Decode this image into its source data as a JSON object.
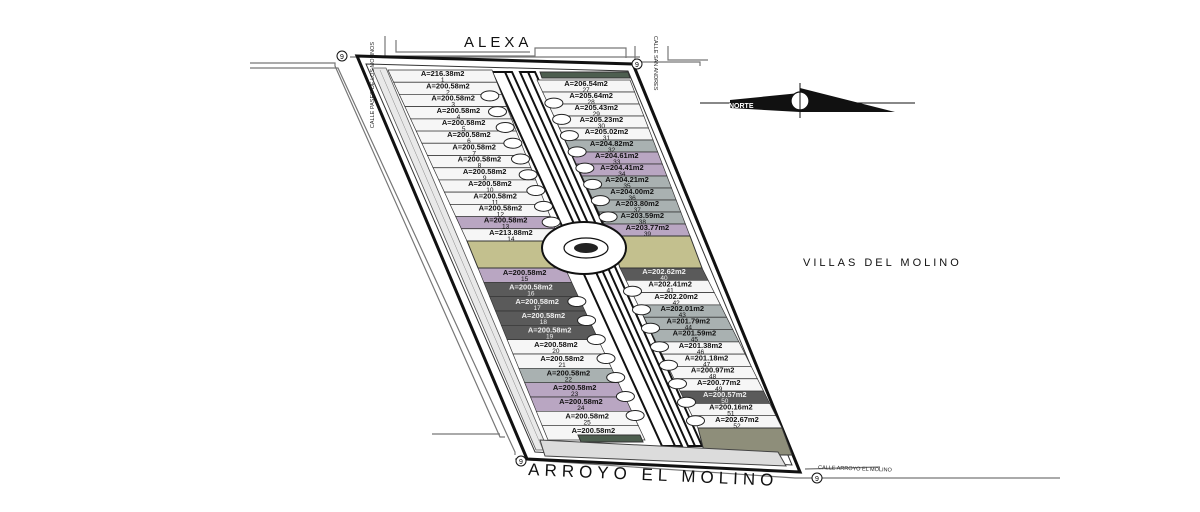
{
  "streets": {
    "top": "ALEXA",
    "bottom": "ARROYO EL MOLINO",
    "top_left_small": "CALLE PASEO DE LOS MOLINOS",
    "top_right_small": "CALLE SAN ANDRES",
    "bottom_right_small": "CALLE ARROYO EL MOLINO"
  },
  "north": {
    "label": "NORTE"
  },
  "neighborhood": "VILLAS DEL MOLINO",
  "colors": {
    "lot_white": "#f6f6f6",
    "lot_gray": "#a9b1b1",
    "lot_purple": "#b9a6c2",
    "lot_dark": "#5a5a5a",
    "lot_olive": "#c3c08e",
    "ink": "#111111"
  },
  "left_block": {
    "upper_lots": [
      {
        "area": "A=216.38m2",
        "num": "1",
        "color": "white"
      },
      {
        "area": "A=200.58m2",
        "num": "2",
        "color": "white"
      },
      {
        "area": "A=200.58m2",
        "num": "3",
        "color": "white"
      },
      {
        "area": "A=200.58m2",
        "num": "4",
        "color": "white"
      },
      {
        "area": "A=200.58m2",
        "num": "5",
        "color": "white"
      },
      {
        "area": "A=200.58m2",
        "num": "6",
        "color": "white"
      },
      {
        "area": "A=200.58m2",
        "num": "7",
        "color": "white"
      },
      {
        "area": "A=200.58m2",
        "num": "8",
        "color": "white"
      },
      {
        "area": "A=200.58m2",
        "num": "9",
        "color": "white"
      },
      {
        "area": "A=200.58m2",
        "num": "10",
        "color": "white"
      },
      {
        "area": "A=200.58m2",
        "num": "11",
        "color": "white"
      },
      {
        "area": "A=200.58m2",
        "num": "12",
        "color": "white"
      },
      {
        "area": "A=200.58m2",
        "num": "13",
        "color": "purple"
      },
      {
        "area": "A=213.88m2",
        "num": "14",
        "color": "white"
      }
    ],
    "lower_lots": [
      {
        "area": "A=200.58m2",
        "num": "15",
        "color": "purple"
      },
      {
        "area": "A=200.58m2",
        "num": "16",
        "color": "dark"
      },
      {
        "area": "A=200.58m2",
        "num": "17",
        "color": "dark"
      },
      {
        "area": "A=200.58m2",
        "num": "18",
        "color": "dark"
      },
      {
        "area": "A=200.58m2",
        "num": "19",
        "color": "dark"
      },
      {
        "area": "A=200.58m2",
        "num": "20",
        "color": "white"
      },
      {
        "area": "A=200.58m2",
        "num": "21",
        "color": "white"
      },
      {
        "area": "A=200.58m2",
        "num": "22",
        "color": "gray"
      },
      {
        "area": "A=200.58m2",
        "num": "23",
        "color": "purple"
      },
      {
        "area": "A=200.58m2",
        "num": "24",
        "color": "purple"
      },
      {
        "area": "A=200.58m2",
        "num": "25",
        "color": "white"
      },
      {
        "area": "A=200.58m2",
        "num": "26",
        "color": "white"
      }
    ]
  },
  "right_block": {
    "upper_lots": [
      {
        "area": "A=206.54m2",
        "num": "27",
        "color": "white"
      },
      {
        "area": "A=205.64m2",
        "num": "28",
        "color": "white"
      },
      {
        "area": "A=205.43m2",
        "num": "29",
        "color": "white"
      },
      {
        "area": "A=205.23m2",
        "num": "30",
        "color": "white"
      },
      {
        "area": "A=205.02m2",
        "num": "31",
        "color": "white"
      },
      {
        "area": "A=204.82m2",
        "num": "32",
        "color": "gray"
      },
      {
        "area": "A=204.61m2",
        "num": "33",
        "color": "purple"
      },
      {
        "area": "A=204.41m2",
        "num": "34",
        "color": "purple"
      },
      {
        "area": "A=204.21m2",
        "num": "35",
        "color": "gray"
      },
      {
        "area": "A=204.00m2",
        "num": "36",
        "color": "gray"
      },
      {
        "area": "A=203.80m2",
        "num": "37",
        "color": "gray"
      },
      {
        "area": "A=203.59m2",
        "num": "38",
        "color": "gray"
      },
      {
        "area": "A=203.77m2",
        "num": "39",
        "color": "purple"
      }
    ],
    "lower_lots": [
      {
        "area": "A=202.62m2",
        "num": "40",
        "color": "dark"
      },
      {
        "area": "A=202.41m2",
        "num": "41",
        "color": "white"
      },
      {
        "area": "A=202.20m2",
        "num": "42",
        "color": "white"
      },
      {
        "area": "A=202.01m2",
        "num": "43",
        "color": "gray"
      },
      {
        "area": "A=201.79m2",
        "num": "44",
        "color": "gray"
      },
      {
        "area": "A=201.59m2",
        "num": "45",
        "color": "gray"
      },
      {
        "area": "A=201.38m2",
        "num": "46",
        "color": "white"
      },
      {
        "area": "A=201.18m2",
        "num": "47",
        "color": "white"
      },
      {
        "area": "A=200.97m2",
        "num": "48",
        "color": "white"
      },
      {
        "area": "A=200.77m2",
        "num": "49",
        "color": "white"
      },
      {
        "area": "A=200.57m2",
        "num": "50",
        "color": "dark"
      },
      {
        "area": "A=200.16m2",
        "num": "51",
        "color": "white"
      },
      {
        "area": "A=202.67m2",
        "num": "52",
        "color": "white"
      }
    ]
  },
  "markers": {
    "top_left": "9",
    "top_right": "9",
    "bottom_left": "9",
    "bottom_right": "9"
  }
}
